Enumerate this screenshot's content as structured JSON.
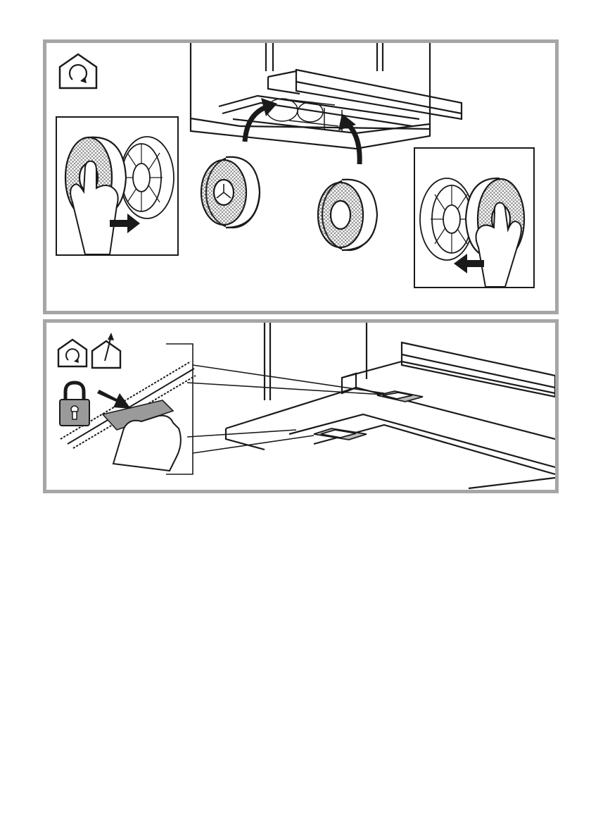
{
  "document": {
    "type": "installation-instructions-illustration",
    "panels": [
      {
        "id": "replace-carbon-filters",
        "icons": [
          "recirculation-mode-icon",
          "hand-icon",
          "arrow-right-icon",
          "arrow-left-icon",
          "curved-arrow-icon",
          "carbon-filter-icon"
        ]
      },
      {
        "id": "grease-filter-lock",
        "icons": [
          "recirculation-mode-icon",
          "extraction-mode-icon",
          "padlock-icon",
          "hand-icon",
          "arrow-right-icon",
          "latch-icon"
        ]
      }
    ]
  },
  "colors": {
    "panel_border": "#a6a6a6",
    "line": "#1a1a1a",
    "shade": "#9a9a9a",
    "background": "#ffffff"
  }
}
